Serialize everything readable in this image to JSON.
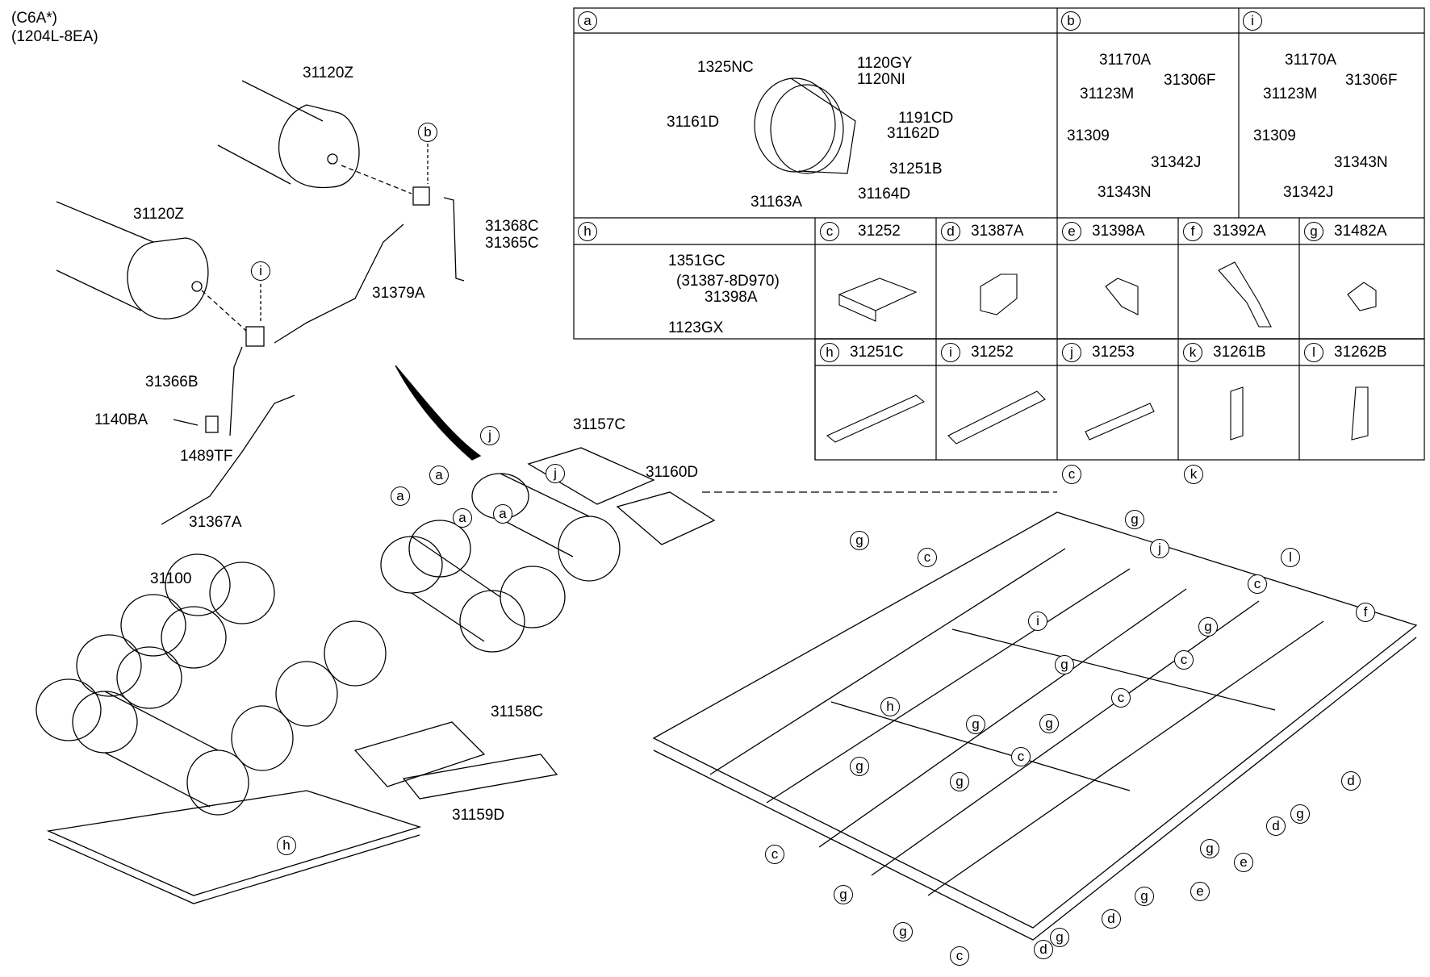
{
  "header": {
    "line1": "(C6A*)",
    "line2": "(1204L-8EA)"
  },
  "parts": {
    "p31120Z_a": "31120Z",
    "p31120Z_b": "31120Z",
    "p31368C": "31368C",
    "p31365C": "31365C",
    "p31379A": "31379A",
    "p31366B": "31366B",
    "p1140BA": "1140BA",
    "p1489TF": "1489TF",
    "p31367A": "31367A",
    "p31100": "31100",
    "p31157C": "31157C",
    "p31160D": "31160D",
    "p31158C": "31158C",
    "p31159D": "31159D"
  },
  "table": {
    "a": {
      "key": "a",
      "labels": [
        "1325NC",
        "1120GY",
        "1120NI",
        "31161D",
        "1191CD",
        "31162D",
        "31251B",
        "31163A",
        "31164D"
      ]
    },
    "b": {
      "key": "b",
      "labels": [
        "31170A",
        "31306F",
        "31123M",
        "31309",
        "31342J",
        "31343N"
      ]
    },
    "i": {
      "key": "i",
      "labels": [
        "31170A",
        "31306F",
        "31123M",
        "31309",
        "31343N",
        "31342J"
      ]
    },
    "h": {
      "key": "h",
      "labels": [
        "1351GC",
        "(31387-8D970)",
        "31398A",
        "1123GX"
      ]
    },
    "row2": [
      {
        "key": "c",
        "part": "31252"
      },
      {
        "key": "d",
        "part": "31387A"
      },
      {
        "key": "e",
        "part": "31398A"
      },
      {
        "key": "f",
        "part": "31392A"
      },
      {
        "key": "g",
        "part": "31482A"
      }
    ],
    "row3": [
      {
        "key": "h",
        "part": "31251C"
      },
      {
        "key": "i",
        "part": "31252"
      },
      {
        "key": "j",
        "part": "31253"
      },
      {
        "key": "k",
        "part": "31261B"
      },
      {
        "key": "l",
        "part": "31262B"
      }
    ]
  },
  "callouts": {
    "b": "b",
    "i": "i",
    "a": "a",
    "j": "j",
    "h": "h",
    "c": "c",
    "d": "d",
    "e": "e",
    "f": "f",
    "g": "g",
    "k": "k",
    "l": "l"
  }
}
